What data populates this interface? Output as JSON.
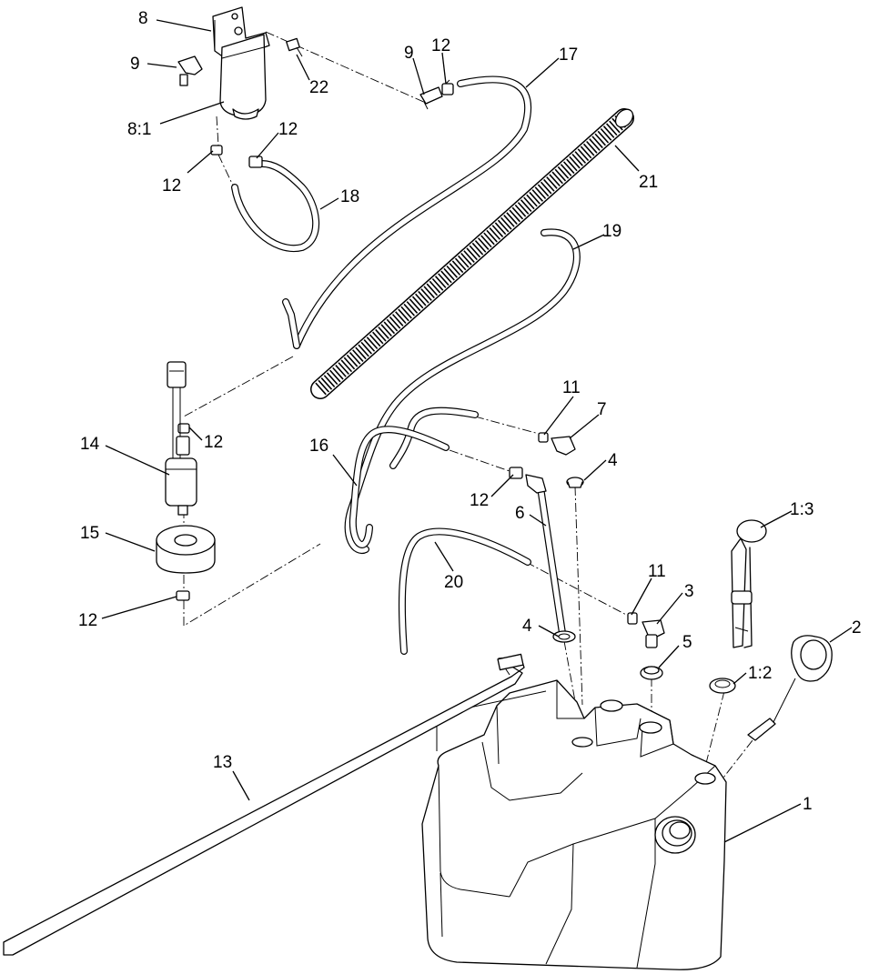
{
  "callouts": [
    {
      "id": "c-8",
      "text": "8"
    },
    {
      "id": "c-9a",
      "text": "9"
    },
    {
      "id": "c-8-1",
      "text": "8:1"
    },
    {
      "id": "c-12a",
      "text": "12"
    },
    {
      "id": "c-12b",
      "text": "12"
    },
    {
      "id": "c-22",
      "text": "22"
    },
    {
      "id": "c-18",
      "text": "18"
    },
    {
      "id": "c-9b",
      "text": "9"
    },
    {
      "id": "c-12c",
      "text": "12"
    },
    {
      "id": "c-17",
      "text": "17"
    },
    {
      "id": "c-21",
      "text": "21"
    },
    {
      "id": "c-19",
      "text": "19"
    },
    {
      "id": "c-11a",
      "text": "11"
    },
    {
      "id": "c-7",
      "text": "7"
    },
    {
      "id": "c-4a",
      "text": "4"
    },
    {
      "id": "c-14",
      "text": "14"
    },
    {
      "id": "c-12d",
      "text": "12"
    },
    {
      "id": "c-16",
      "text": "16"
    },
    {
      "id": "c-12e",
      "text": "12"
    },
    {
      "id": "c-6",
      "text": "6"
    },
    {
      "id": "c-15",
      "text": "15"
    },
    {
      "id": "c-20",
      "text": "20"
    },
    {
      "id": "c-11b",
      "text": "11"
    },
    {
      "id": "c-3",
      "text": "3"
    },
    {
      "id": "c-1-3",
      "text": "1:3"
    },
    {
      "id": "c-2",
      "text": "2"
    },
    {
      "id": "c-12f",
      "text": "12"
    },
    {
      "id": "c-4b",
      "text": "4"
    },
    {
      "id": "c-5",
      "text": "5"
    },
    {
      "id": "c-1-2",
      "text": "1:2"
    },
    {
      "id": "c-13",
      "text": "13"
    },
    {
      "id": "c-1",
      "text": "1"
    }
  ]
}
